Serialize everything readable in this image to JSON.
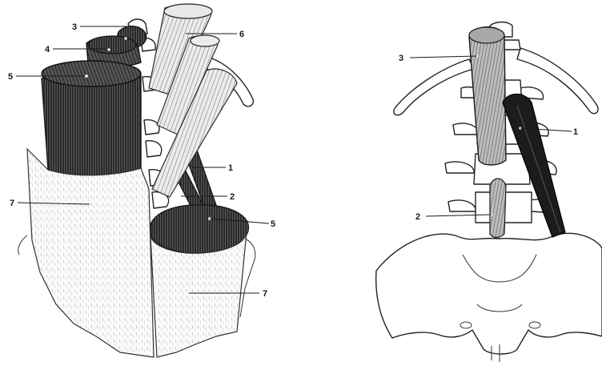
{
  "left_figure": {
    "labels": {
      "l1": "1",
      "l2": "2",
      "l3": "3",
      "l4": "4",
      "l5_top": "5",
      "l5_bottom": "5",
      "l6": "6",
      "l7_left": "7",
      "l7_right": "7"
    }
  },
  "right_figure": {
    "labels": {
      "l1": "1",
      "l2": "2",
      "l3": "3"
    }
  },
  "colors": {
    "ink": "#1a1a1a",
    "dark_muscle": "#3a3a3a",
    "light_muscle": "#d9d9d9",
    "background": "#ffffff"
  }
}
